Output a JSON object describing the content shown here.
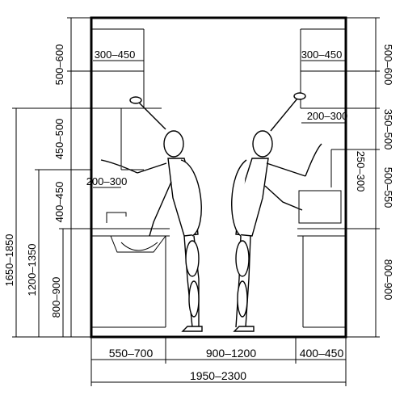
{
  "dimensions": {
    "left_outer_height": "1650–1850",
    "left_inner_height": "1200–1350",
    "left_counter_height": "800–900",
    "left_upper_cabinet": "500–600",
    "left_gap_upper": "450–500",
    "left_gap_lower": "400–450",
    "left_upper_depth": "300–450",
    "left_hood_depth": "200–300",
    "right_upper_cabinet": "500–600",
    "right_gap_upper": "350–500",
    "right_gap_lower": "500–550",
    "right_counter_height": "800–900",
    "right_upper_depth": "300–450",
    "right_shelf_depth": "200–300",
    "right_microwave_height": "250–300",
    "bottom_left_depth": "550–700",
    "bottom_aisle": "900–1200",
    "bottom_right_depth": "400–450",
    "bottom_total": "1950–2300"
  }
}
